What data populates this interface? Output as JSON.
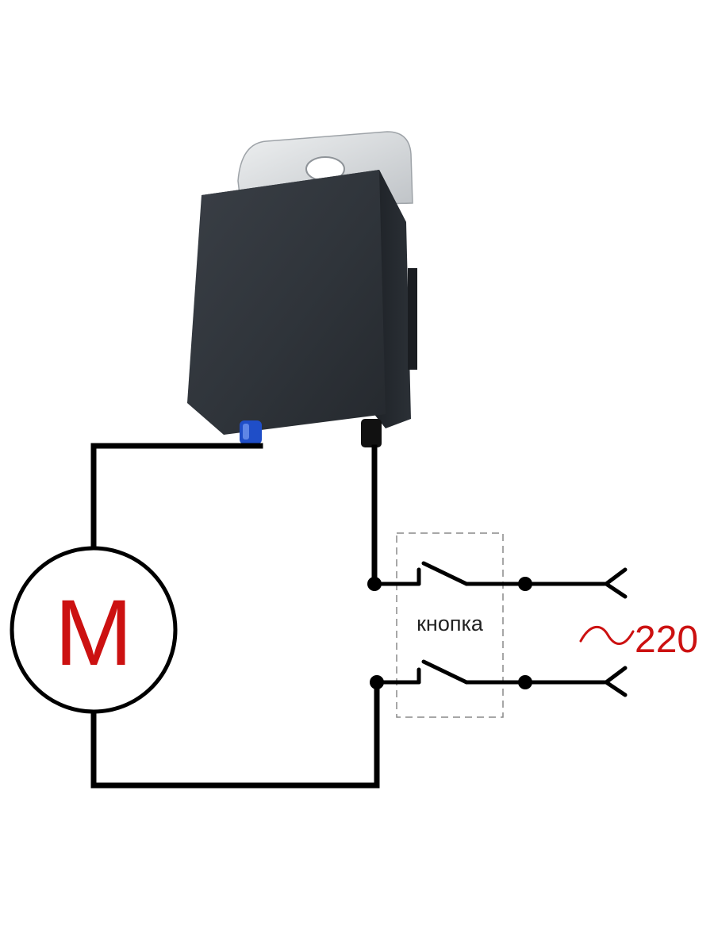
{
  "motor": {
    "symbol": "M"
  },
  "switch_block": {
    "label": "кнопка"
  },
  "supply": {
    "voltage_label": "220"
  },
  "colors": {
    "wire": "#000000",
    "accent": "#cc1111",
    "capacitor_body": "#2e3238",
    "bracket": "#d6d8da",
    "lead_blue": "#1f4ec8",
    "lead_black": "#111111",
    "dashed_box": "#8a8a8a"
  },
  "icons": {
    "motor": "motor-icon",
    "capacitor": "capacitor-icon",
    "switch": "switch-icon",
    "ac_source": "sine-wave-icon"
  }
}
